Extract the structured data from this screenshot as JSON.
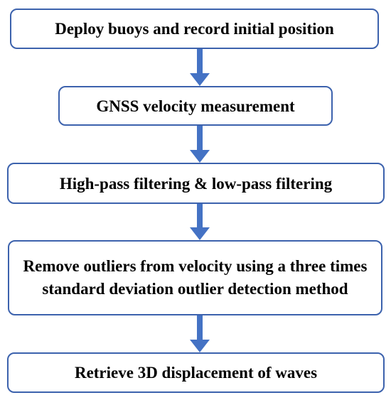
{
  "flowchart": {
    "steps": [
      {
        "label": "Deploy buoys and record initial position"
      },
      {
        "label": "GNSS velocity measurement"
      },
      {
        "label": "High-pass filtering & low-pass filtering"
      },
      {
        "label": "Remove outliers from velocity using a three times standard deviation outlier detection method"
      },
      {
        "label": "Retrieve 3D displacement of waves"
      }
    ],
    "colors": {
      "box_border": "#3c62ad",
      "arrow": "#4472c4",
      "text": "#000000",
      "background": "#ffffff"
    }
  }
}
